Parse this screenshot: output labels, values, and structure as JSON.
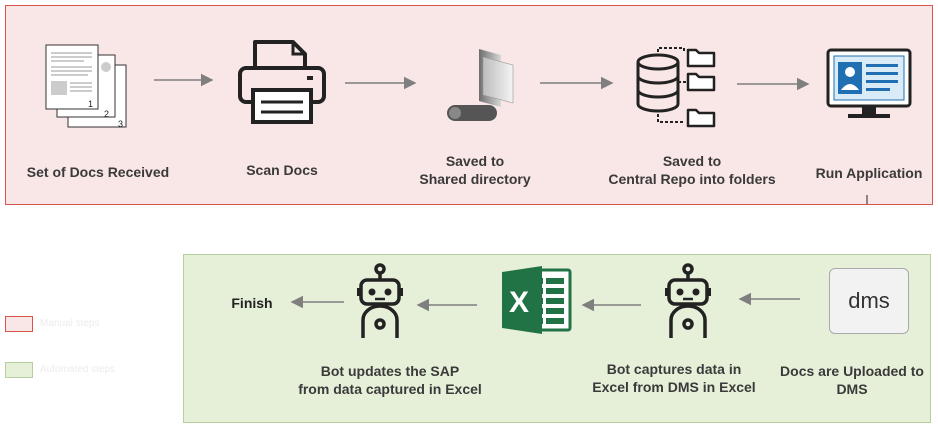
{
  "top_row": {
    "steps": [
      {
        "label": "Set of Docs Received",
        "icon": "documents-icon"
      },
      {
        "label": "Scan Docs",
        "icon": "printer-icon"
      },
      {
        "label": "Saved to\nShared directory",
        "icon": "shared-folder-icon"
      },
      {
        "label": "Saved to\nCentral Repo into folders",
        "icon": "database-folders-icon"
      },
      {
        "label": "Run Application",
        "icon": "computer-user-icon"
      }
    ]
  },
  "bottom_row": {
    "steps": [
      {
        "label": "Docs are Uploaded to\nDMS",
        "icon": "dms-icon",
        "icon_text": "dms"
      },
      {
        "label": "Bot captures data in\nExcel from DMS in Excel",
        "icon": "robot-icon"
      },
      {
        "label": "",
        "icon": "excel-icon",
        "icon_text": "X"
      },
      {
        "label": "Bot updates the SAP\nfrom data captured in Excel",
        "icon": "robot-icon"
      },
      {
        "label": "Finish"
      }
    ]
  },
  "doc_page_numbers": [
    "1",
    "2",
    "3"
  ],
  "legend": [
    {
      "color": "#f9e6e6",
      "border": "#d9534f",
      "text": "Manual steps"
    },
    {
      "color": "#e6f0d9",
      "border": "#b7cf9d",
      "text": "Automated steps"
    }
  ],
  "colors": {
    "arrow": "#7f7f7f",
    "icon": "#222222",
    "accent_blue": "#1f6fb2",
    "excel_green": "#217346"
  }
}
